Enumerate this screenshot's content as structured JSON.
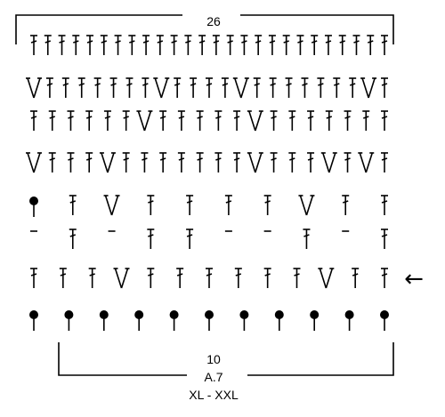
{
  "top_count": "26",
  "bottom_count": "10",
  "diagram_name": "A.7",
  "size_label": "XL - XXL",
  "arrow_glyph": "←",
  "symbol_names": {
    "t": "treble-crochet",
    "v": "treble-decrease-v",
    "d": "dot-treble",
    "m": "short-dash"
  },
  "rows": [
    "tttttttttttttttttttttttttt",
    "vtttttttvttttvtttttttvt",
    "ttttttvtttttvttttttt",
    "vtttvtttttttvtttvtvt",
    "dtvttttvtt",
    "mtmttmmtmt",
    "tttvttttttvtt",
    "ddddddddddd"
  ]
}
